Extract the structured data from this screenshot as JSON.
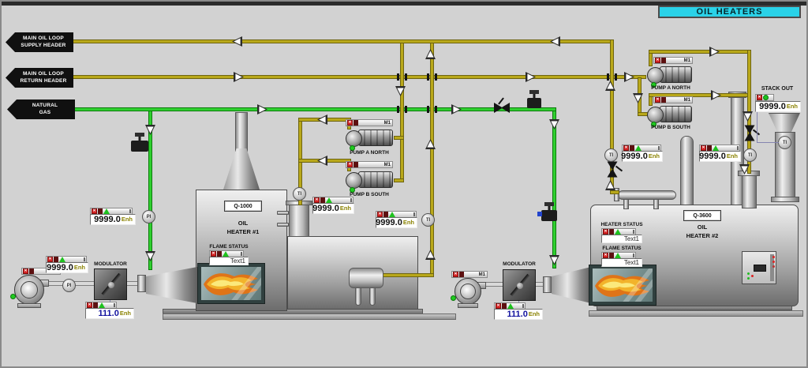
{
  "title": "OIL HEATERS",
  "banners": [
    {
      "line1": "MAIN OIL LOOP",
      "line2": "SUPPLY HEADER"
    },
    {
      "line1": "MAIN OIL LOOP",
      "line2": "RETURN HEADER"
    },
    {
      "line1": "NATURAL",
      "line2": "GAS"
    }
  ],
  "pumps": [
    {
      "status": "M1",
      "label": "PUMP A NORTH"
    },
    {
      "status": "M1",
      "label": "PUMP B SOUTH"
    },
    {
      "status": "M1",
      "label": "PUMP A NORTH"
    },
    {
      "status": "M1",
      "label": "PUMP B SOUTH"
    }
  ],
  "blowers": [
    {
      "status": "M1"
    },
    {
      "status": "M1"
    }
  ],
  "modulators": [
    {
      "label": "MODULATOR",
      "value": "111.0",
      "unit": "Enh"
    },
    {
      "label": "MODULATOR",
      "value": "111.0",
      "unit": "Enh"
    }
  ],
  "readouts": [
    {
      "value": "9999.0",
      "unit": "Enh"
    },
    {
      "value": "9999.0",
      "unit": "Enh"
    },
    {
      "value": "9999.0",
      "unit": "Enh"
    },
    {
      "value": "9999.0",
      "unit": "Enh"
    },
    {
      "value": "9999.0",
      "unit": "Enh"
    },
    {
      "value": "9999.0",
      "unit": "Enh"
    }
  ],
  "stack": {
    "label": "STACK OUT",
    "value": "9999.0",
    "unit": "Enh"
  },
  "heaters": [
    {
      "tag": "Q-1000",
      "name1": "OIL",
      "name2": "HEATER #1",
      "flame_label": "FLAME STATUS",
      "flame_text": "Text1"
    },
    {
      "tag": "Q-3600",
      "name1": "OIL",
      "name2": "HEATER #2",
      "heater_label": "HEATER STATUS",
      "heater_text": "Text1",
      "flame_label": "FLAME STATUS",
      "flame_text": "Text1"
    }
  ],
  "instruments": {
    "ti": "TI",
    "pi": "PI"
  },
  "colors": {
    "oil_pipe": "#b9a81a",
    "gas_pipe": "#2fd02f",
    "title_banner": "#2ad2e8",
    "alarm_red": "#d42222",
    "run_green": "#1ec21e",
    "value_blue": "#12129e",
    "unit_olive": "#8a8200"
  }
}
